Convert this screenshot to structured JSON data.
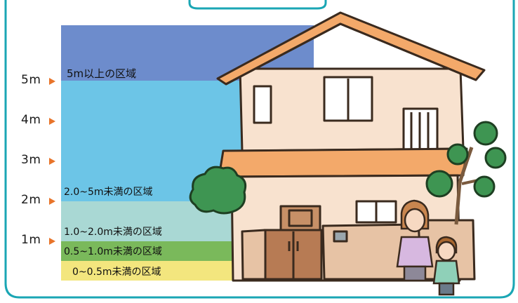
{
  "ruler": [
    {
      "label": "5m",
      "meters": 5
    },
    {
      "label": "4m",
      "meters": 4
    },
    {
      "label": "3m",
      "meters": 3
    },
    {
      "label": "2m",
      "meters": 2
    },
    {
      "label": "1m",
      "meters": 1
    }
  ],
  "zones": [
    {
      "label": "5m以上の区域",
      "color": "#6d8ccc"
    },
    {
      "label": "2.0~5m未満の区域",
      "color": "#6cc5e7"
    },
    {
      "label": "1.0~2.0m未満の区域",
      "color": "#a9d8d4"
    },
    {
      "label": "0.5~1.0m未満の区域",
      "color": "#7ab95b"
    },
    {
      "label": "0~0.5m未満の区域",
      "color": "#f3e67e"
    }
  ],
  "accent": {
    "frame": "#1aa6b4",
    "arrow": "#e8742a"
  }
}
